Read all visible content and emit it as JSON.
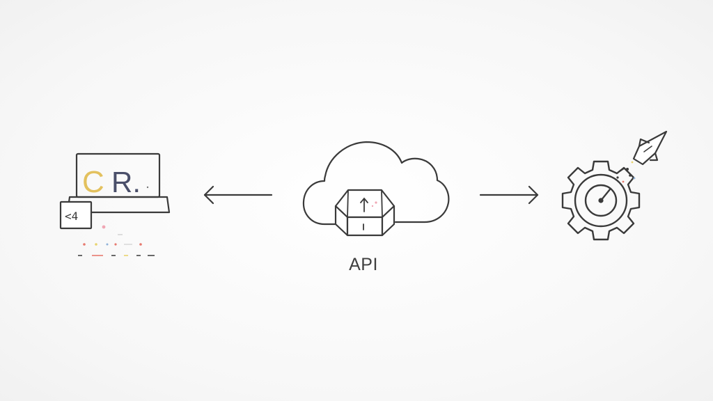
{
  "diagram": {
    "client": {
      "screen_letters": [
        "C",
        "R."
      ],
      "code_badge": "<4"
    },
    "server": {
      "label": "API"
    },
    "colors": {
      "line": "#3a3a3a",
      "letter_c": "#e3c15e",
      "letter_c_inner": "#b9c7dd",
      "letter_r": "#4a4f6a",
      "accent_red": "#e77a6f",
      "accent_pink": "#f0a7b4",
      "accent_yellow": "#e8d36e",
      "accent_blue": "#8fb2d8"
    },
    "icons": [
      "laptop-icon",
      "cloud-icon",
      "box-icon",
      "gear-icon",
      "rocket-icon"
    ]
  }
}
